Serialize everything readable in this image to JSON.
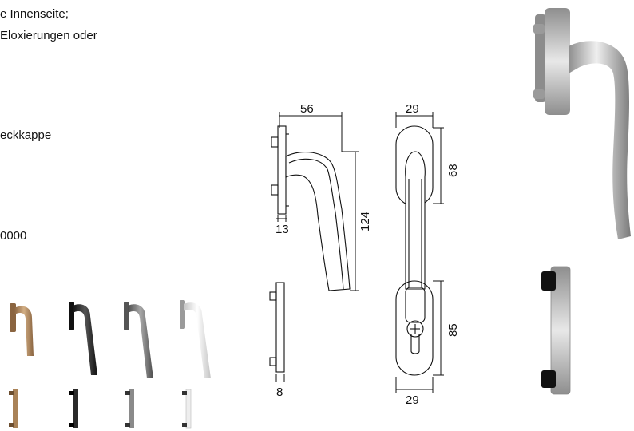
{
  "text_lines": [
    "e Innenseite;",
    "Eloxierungen oder",
    "eckkappe",
    "0000"
  ],
  "dimensions": {
    "side_width": "56",
    "side_height": "124",
    "side_base_depth": "13",
    "cover_depth": "8",
    "front_top_width": "29",
    "front_top_height": "68",
    "front_bottom_height": "85",
    "front_bottom_width": "29"
  },
  "colors": {
    "bronze": "#b08a5e",
    "black": "#222222",
    "titanium": "#777777",
    "white": "#e8e8e8",
    "silver": "#b9b9b9"
  }
}
